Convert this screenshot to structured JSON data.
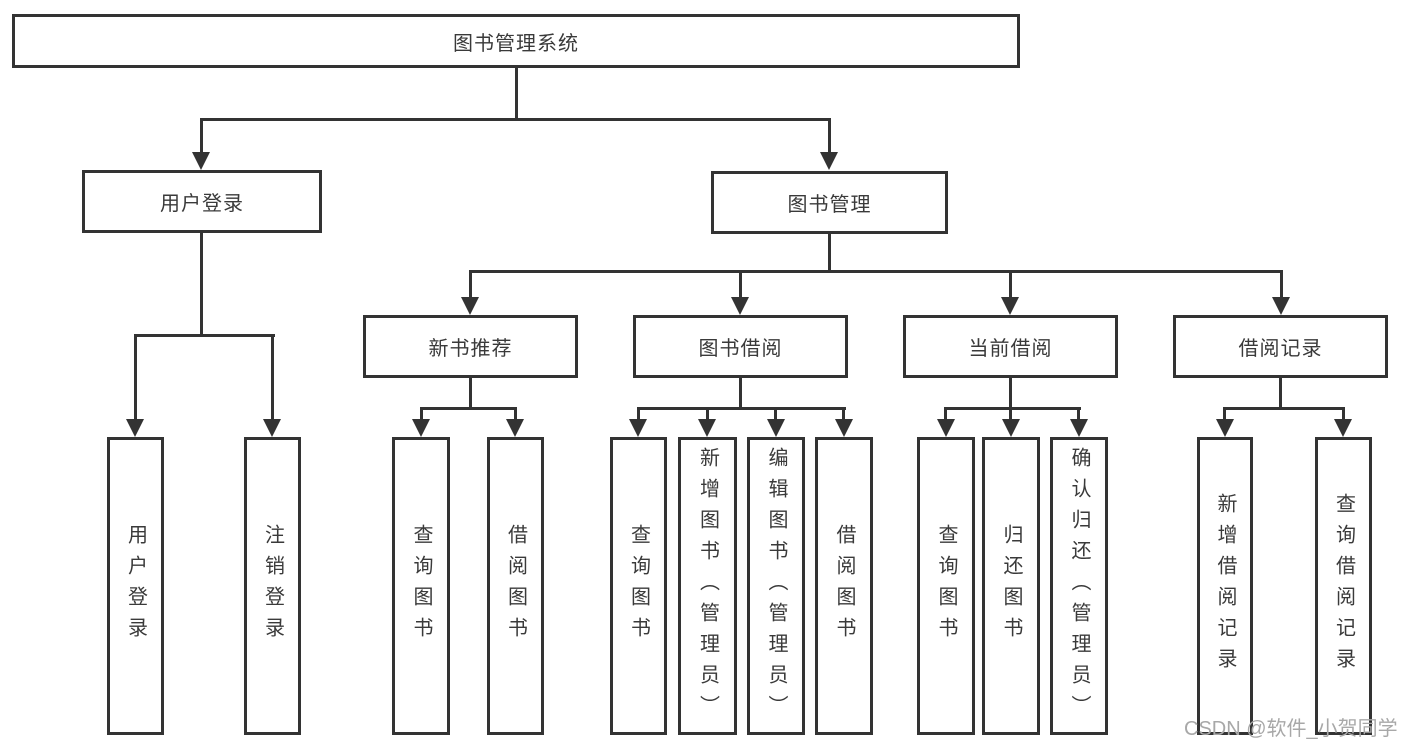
{
  "nodes": {
    "root": {
      "label": "图书管理系统"
    },
    "user_login": {
      "label": "用户登录"
    },
    "book_mgmt": {
      "label": "图书管理"
    },
    "new_book_rec": {
      "label": "新书推荐"
    },
    "book_borrow": {
      "label": "图书借阅"
    },
    "current_borrow": {
      "label": "当前借阅"
    },
    "borrow_record": {
      "label": "借阅记录"
    },
    "leaf_user_login": {
      "label": "用户登录"
    },
    "leaf_logout": {
      "label": "注销登录"
    },
    "leaf_query_book_1": {
      "label": "查询图书"
    },
    "leaf_borrow_book_1": {
      "label": "借阅图书"
    },
    "leaf_query_book_2": {
      "label": "查询图书"
    },
    "leaf_add_book": {
      "label": "新增图书（管理员）"
    },
    "leaf_edit_book": {
      "label": "编辑图书（管理员）"
    },
    "leaf_borrow_book_2": {
      "label": "借阅图书"
    },
    "leaf_query_book_3": {
      "label": "查询图书"
    },
    "leaf_return_book": {
      "label": "归还图书"
    },
    "leaf_confirm_return": {
      "label": "确认归还（管理员）"
    },
    "leaf_add_record": {
      "label": "新增借阅记录"
    },
    "leaf_query_record": {
      "label": "查询借阅记录"
    }
  },
  "tree": {
    "root": "图书管理系统",
    "children": [
      {
        "label": "用户登录",
        "children": [
          "用户登录",
          "注销登录"
        ]
      },
      {
        "label": "图书管理",
        "children": [
          {
            "label": "新书推荐",
            "children": [
              "查询图书",
              "借阅图书"
            ]
          },
          {
            "label": "图书借阅",
            "children": [
              "查询图书",
              "新增图书（管理员）",
              "编辑图书（管理员）",
              "借阅图书"
            ]
          },
          {
            "label": "当前借阅",
            "children": [
              "查询图书",
              "归还图书",
              "确认归还（管理员）"
            ]
          },
          {
            "label": "借阅记录",
            "children": [
              "新增借阅记录",
              "查询借阅记录"
            ]
          }
        ]
      }
    ]
  },
  "watermark": {
    "text": "CSDN @软件_小贺同学"
  },
  "colors": {
    "line": "#333333",
    "border": "#333333",
    "text": "#3a3a3a",
    "watermark": "#a8a8a8",
    "background": "#ffffff"
  }
}
